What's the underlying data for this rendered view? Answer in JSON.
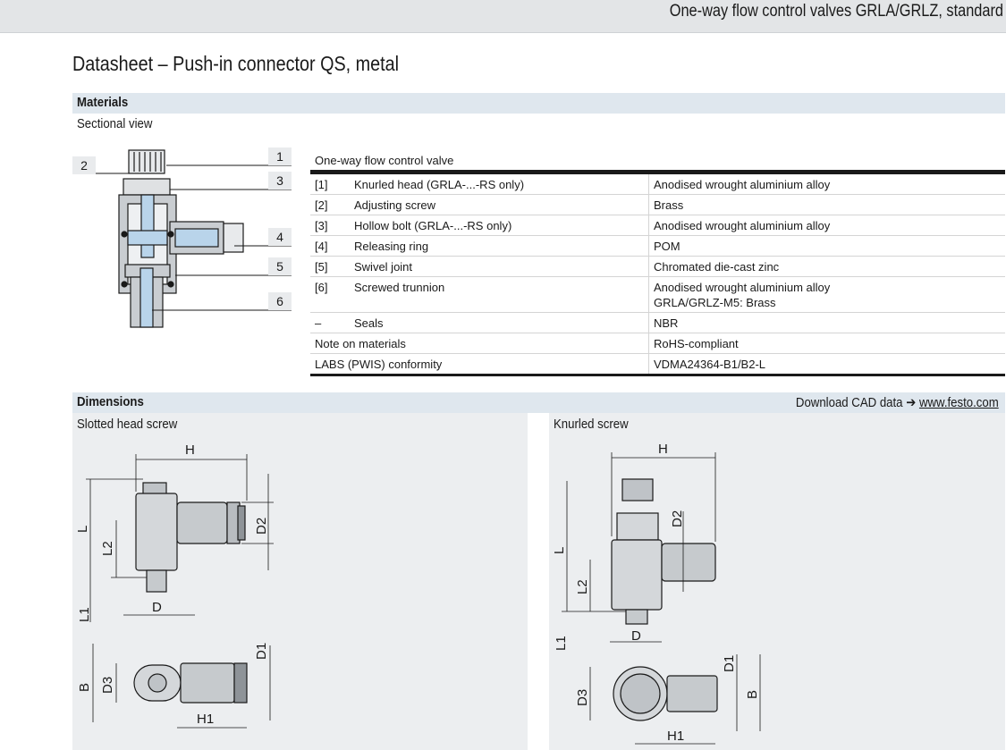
{
  "header": {
    "title": "One-way flow control valves GRLA/GRLZ, standard"
  },
  "page_title": "Datasheet – Push-in connector QS, metal",
  "materials": {
    "section_title": "Materials",
    "subtitle": "Sectional view",
    "callouts": [
      "1",
      "2",
      "3",
      "4",
      "5",
      "6"
    ],
    "table": {
      "heading": "One-way flow control valve",
      "rows": [
        {
          "num": "[1]",
          "part": "Knurled head (GRLA-...-RS only)",
          "material": "Anodised wrought aluminium alloy"
        },
        {
          "num": "[2]",
          "part": "Adjusting screw",
          "material": "Brass"
        },
        {
          "num": "[3]",
          "part": "Hollow bolt (GRLA-...-RS only)",
          "material": "Anodised wrought aluminium alloy"
        },
        {
          "num": "[4]",
          "part": "Releasing ring",
          "material": "POM"
        },
        {
          "num": "[5]",
          "part": "Swivel joint",
          "material": "Chromated die-cast zinc"
        },
        {
          "num": "[6]",
          "part": "Screwed trunnion",
          "material": "Anodised wrought aluminium alloy",
          "material2": "GRLA/GRLZ-M5: Brass"
        },
        {
          "num": "–",
          "part": "Seals",
          "material": "NBR"
        }
      ],
      "note_label": "Note on materials",
      "note_value": "RoHS-compliant",
      "labs_label": "LABS (PWIS) conformity",
      "labs_value": "VDMA24364-B1/B2-L"
    }
  },
  "dimensions": {
    "section_title": "Dimensions",
    "download_text": "Download CAD data",
    "arrow": "➔",
    "download_link": "www.festo.com",
    "left_title": "Slotted head screw",
    "right_title": "Knurled screw",
    "labels": {
      "H": "H",
      "L": "L",
      "L1": "L1",
      "L2": "L2",
      "D": "D",
      "D1": "D1",
      "D2": "D2",
      "D3": "D3",
      "B": "B",
      "H1": "H1"
    }
  },
  "colors": {
    "section_bar": "#dfe7ee",
    "top_bar": "#e3e5e7",
    "panel": "#eceef0"
  }
}
